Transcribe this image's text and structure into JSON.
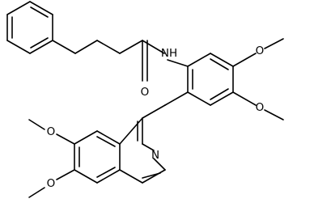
{
  "image_type": "chemical-structure",
  "colors": {
    "background": "#ffffff",
    "ink": "#000000"
  },
  "atoms": {
    "nh": "NH",
    "amide_o": "O",
    "ring_n": "N",
    "ome_top_right": "O",
    "ome_right": "O",
    "ome_left_upper": "O",
    "ome_left_lower": "O"
  }
}
